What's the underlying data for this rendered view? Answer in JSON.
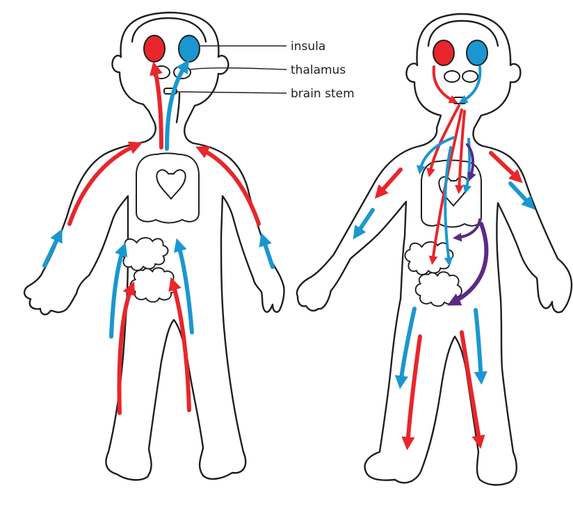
{
  "colors": {
    "red_flow": "#e8262b",
    "blue_flow": "#1a97d0",
    "purple_flow": "#5b2a86",
    "outline": "#1e1e1e"
  },
  "labels": {
    "insula": "insula",
    "thalamus": "thalamus",
    "brain_stem": "brain stem"
  }
}
